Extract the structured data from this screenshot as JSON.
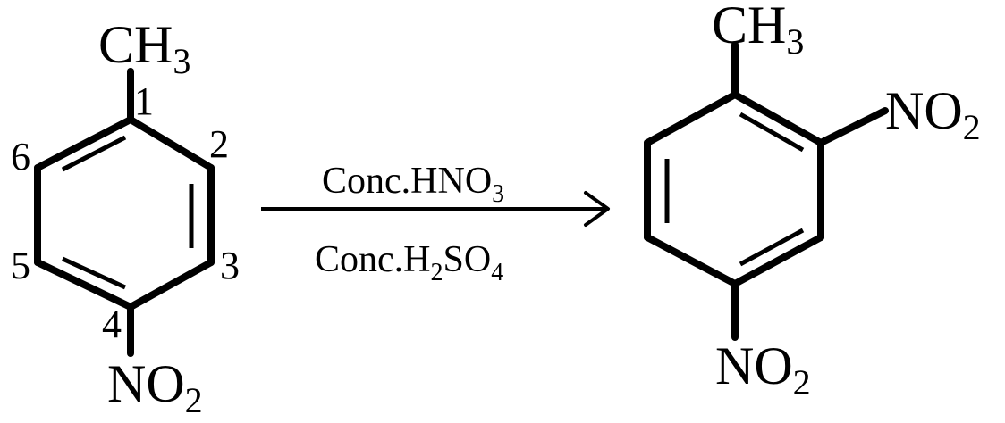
{
  "reactant": {
    "substituent_top": {
      "main": "CH",
      "sub": "3"
    },
    "substituent_bottom": {
      "main": "NO",
      "sub": "2"
    },
    "ring_positions": [
      "1",
      "2",
      "3",
      "4",
      "5",
      "6"
    ]
  },
  "reagents": {
    "above": {
      "main": "Conc.HNO",
      "sub": "3"
    },
    "below": {
      "prefix": "Conc.H",
      "sub1": "2",
      "mid": "SO",
      "sub2": "4"
    }
  },
  "product": {
    "substituent_top": {
      "main": "CH",
      "sub": "3"
    },
    "substituent_right": {
      "main": "NO",
      "sub": "2"
    },
    "substituent_bottom": {
      "main": "NO",
      "sub": "2"
    }
  }
}
